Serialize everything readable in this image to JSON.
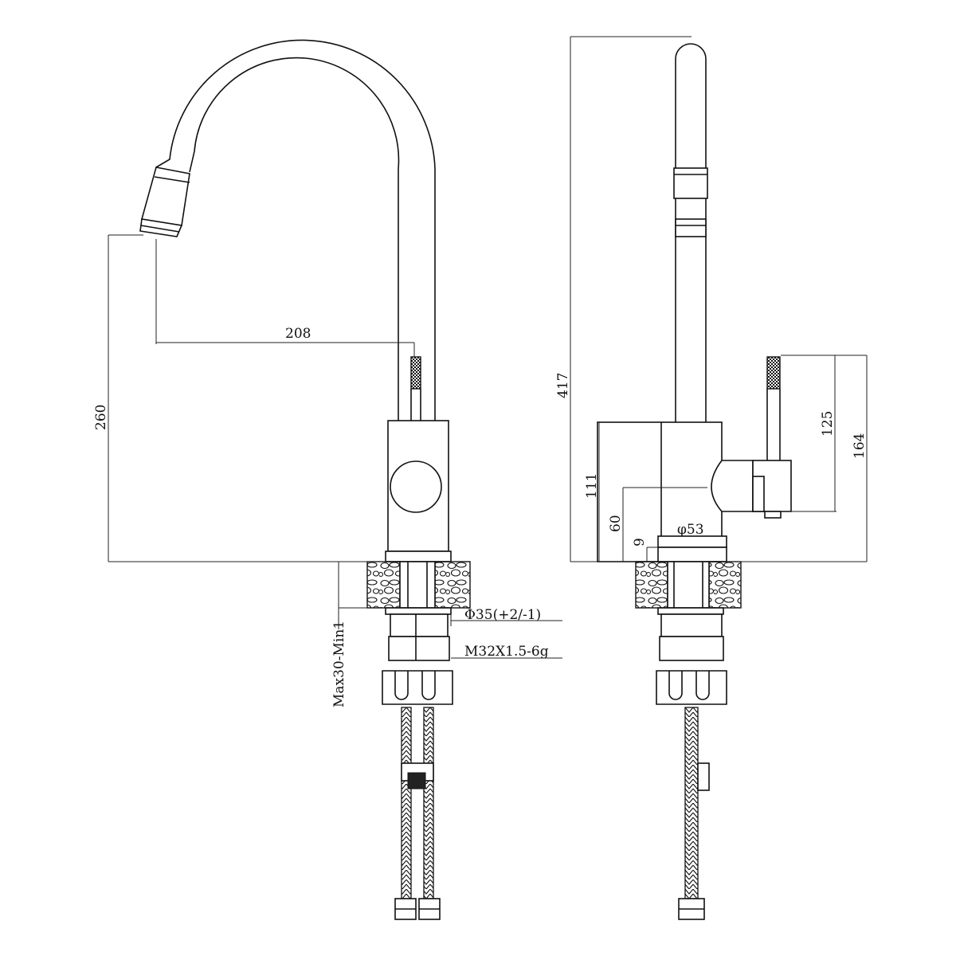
{
  "dimensions": {
    "spout_reach": "208",
    "spout_height": "260",
    "total_height": "417",
    "handle_height_high": "125",
    "handle_height_low": "164",
    "body_height": "111",
    "base_height": "60",
    "flange_height": "9",
    "base_diameter": "φ53",
    "hole_diameter": "Φ35(+2/-1)",
    "thread": "M32X1.5-6g",
    "counter_thickness": "Max30-Min1"
  }
}
